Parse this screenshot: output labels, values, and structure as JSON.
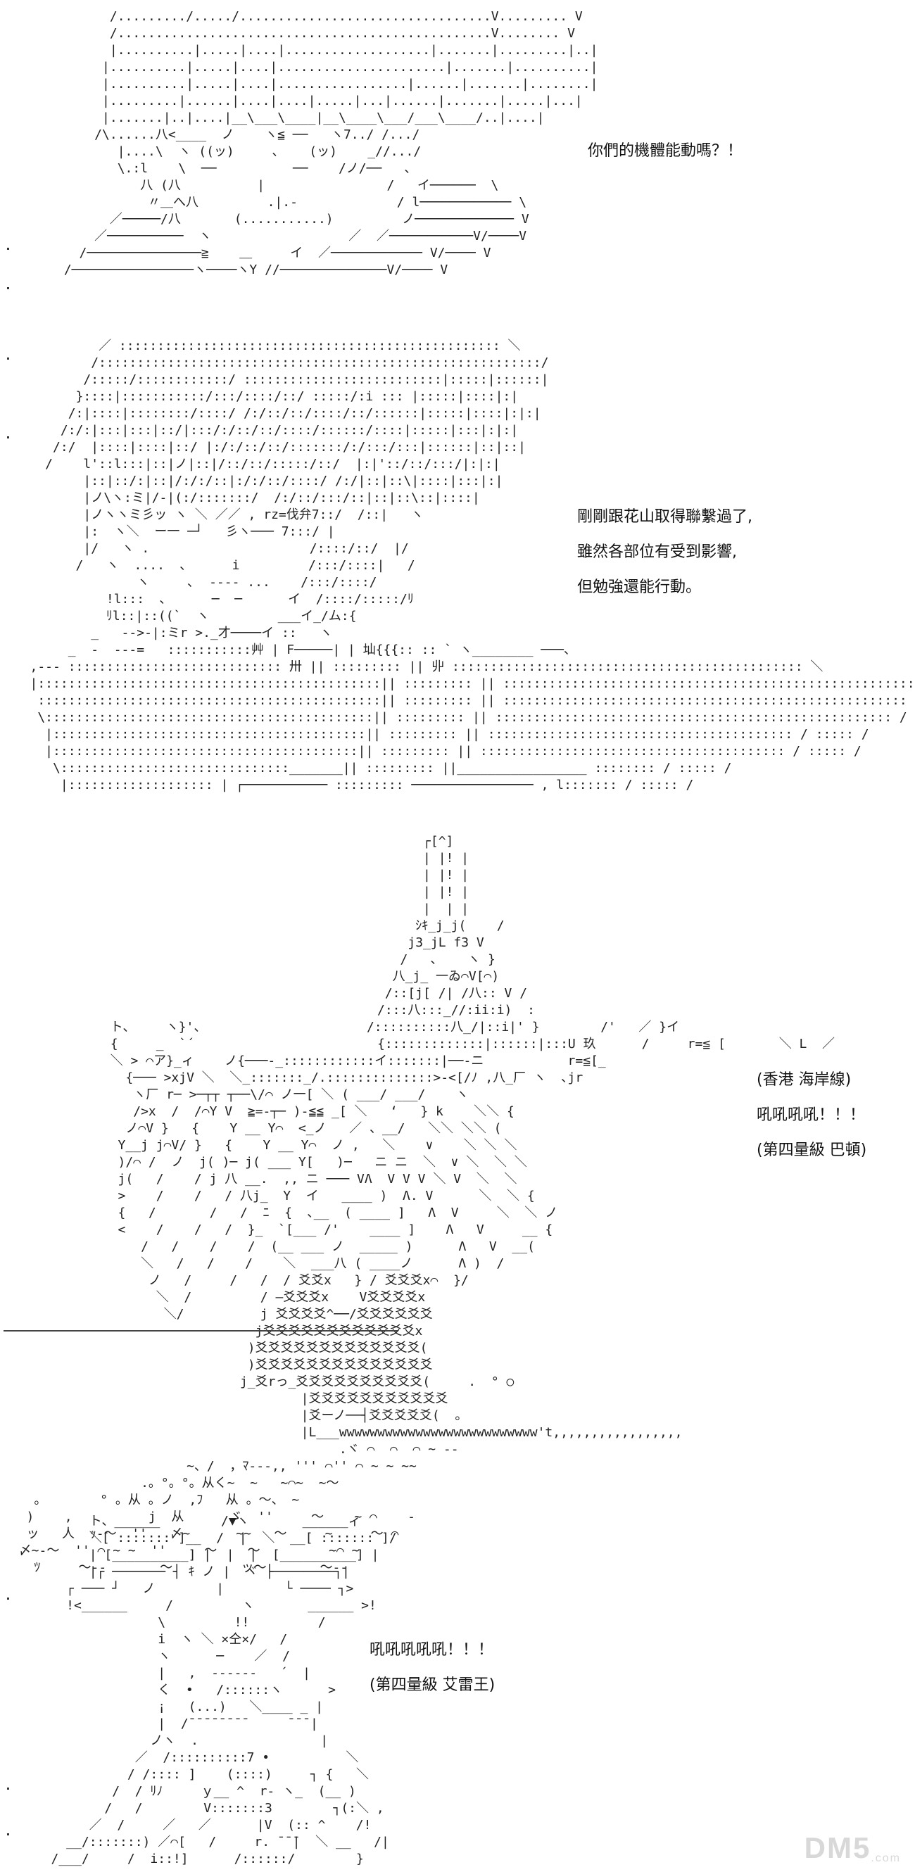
{
  "panels": [
    {
      "id": "panel-1",
      "dialog": [
        "你們的機體能動嗎？！"
      ]
    },
    {
      "id": "panel-2",
      "dialog": [
        "剛剛跟花山取得聯繫過了,",
        "雖然各部位有受到影響,",
        "但勉強還能行動。"
      ]
    },
    {
      "id": "panel-3",
      "dialog": [
        "(香港  海岸線)",
        "吼吼吼吼！！！",
        "(第四量級  巴頓)"
      ]
    },
    {
      "id": "panel-4",
      "dialog": [
        "吼吼吼吼吼！！！",
        "(第四量級  艾雷王)"
      ]
    }
  ],
  "watermark": {
    "logo_text": "DM5",
    "suffix": ".com"
  }
}
